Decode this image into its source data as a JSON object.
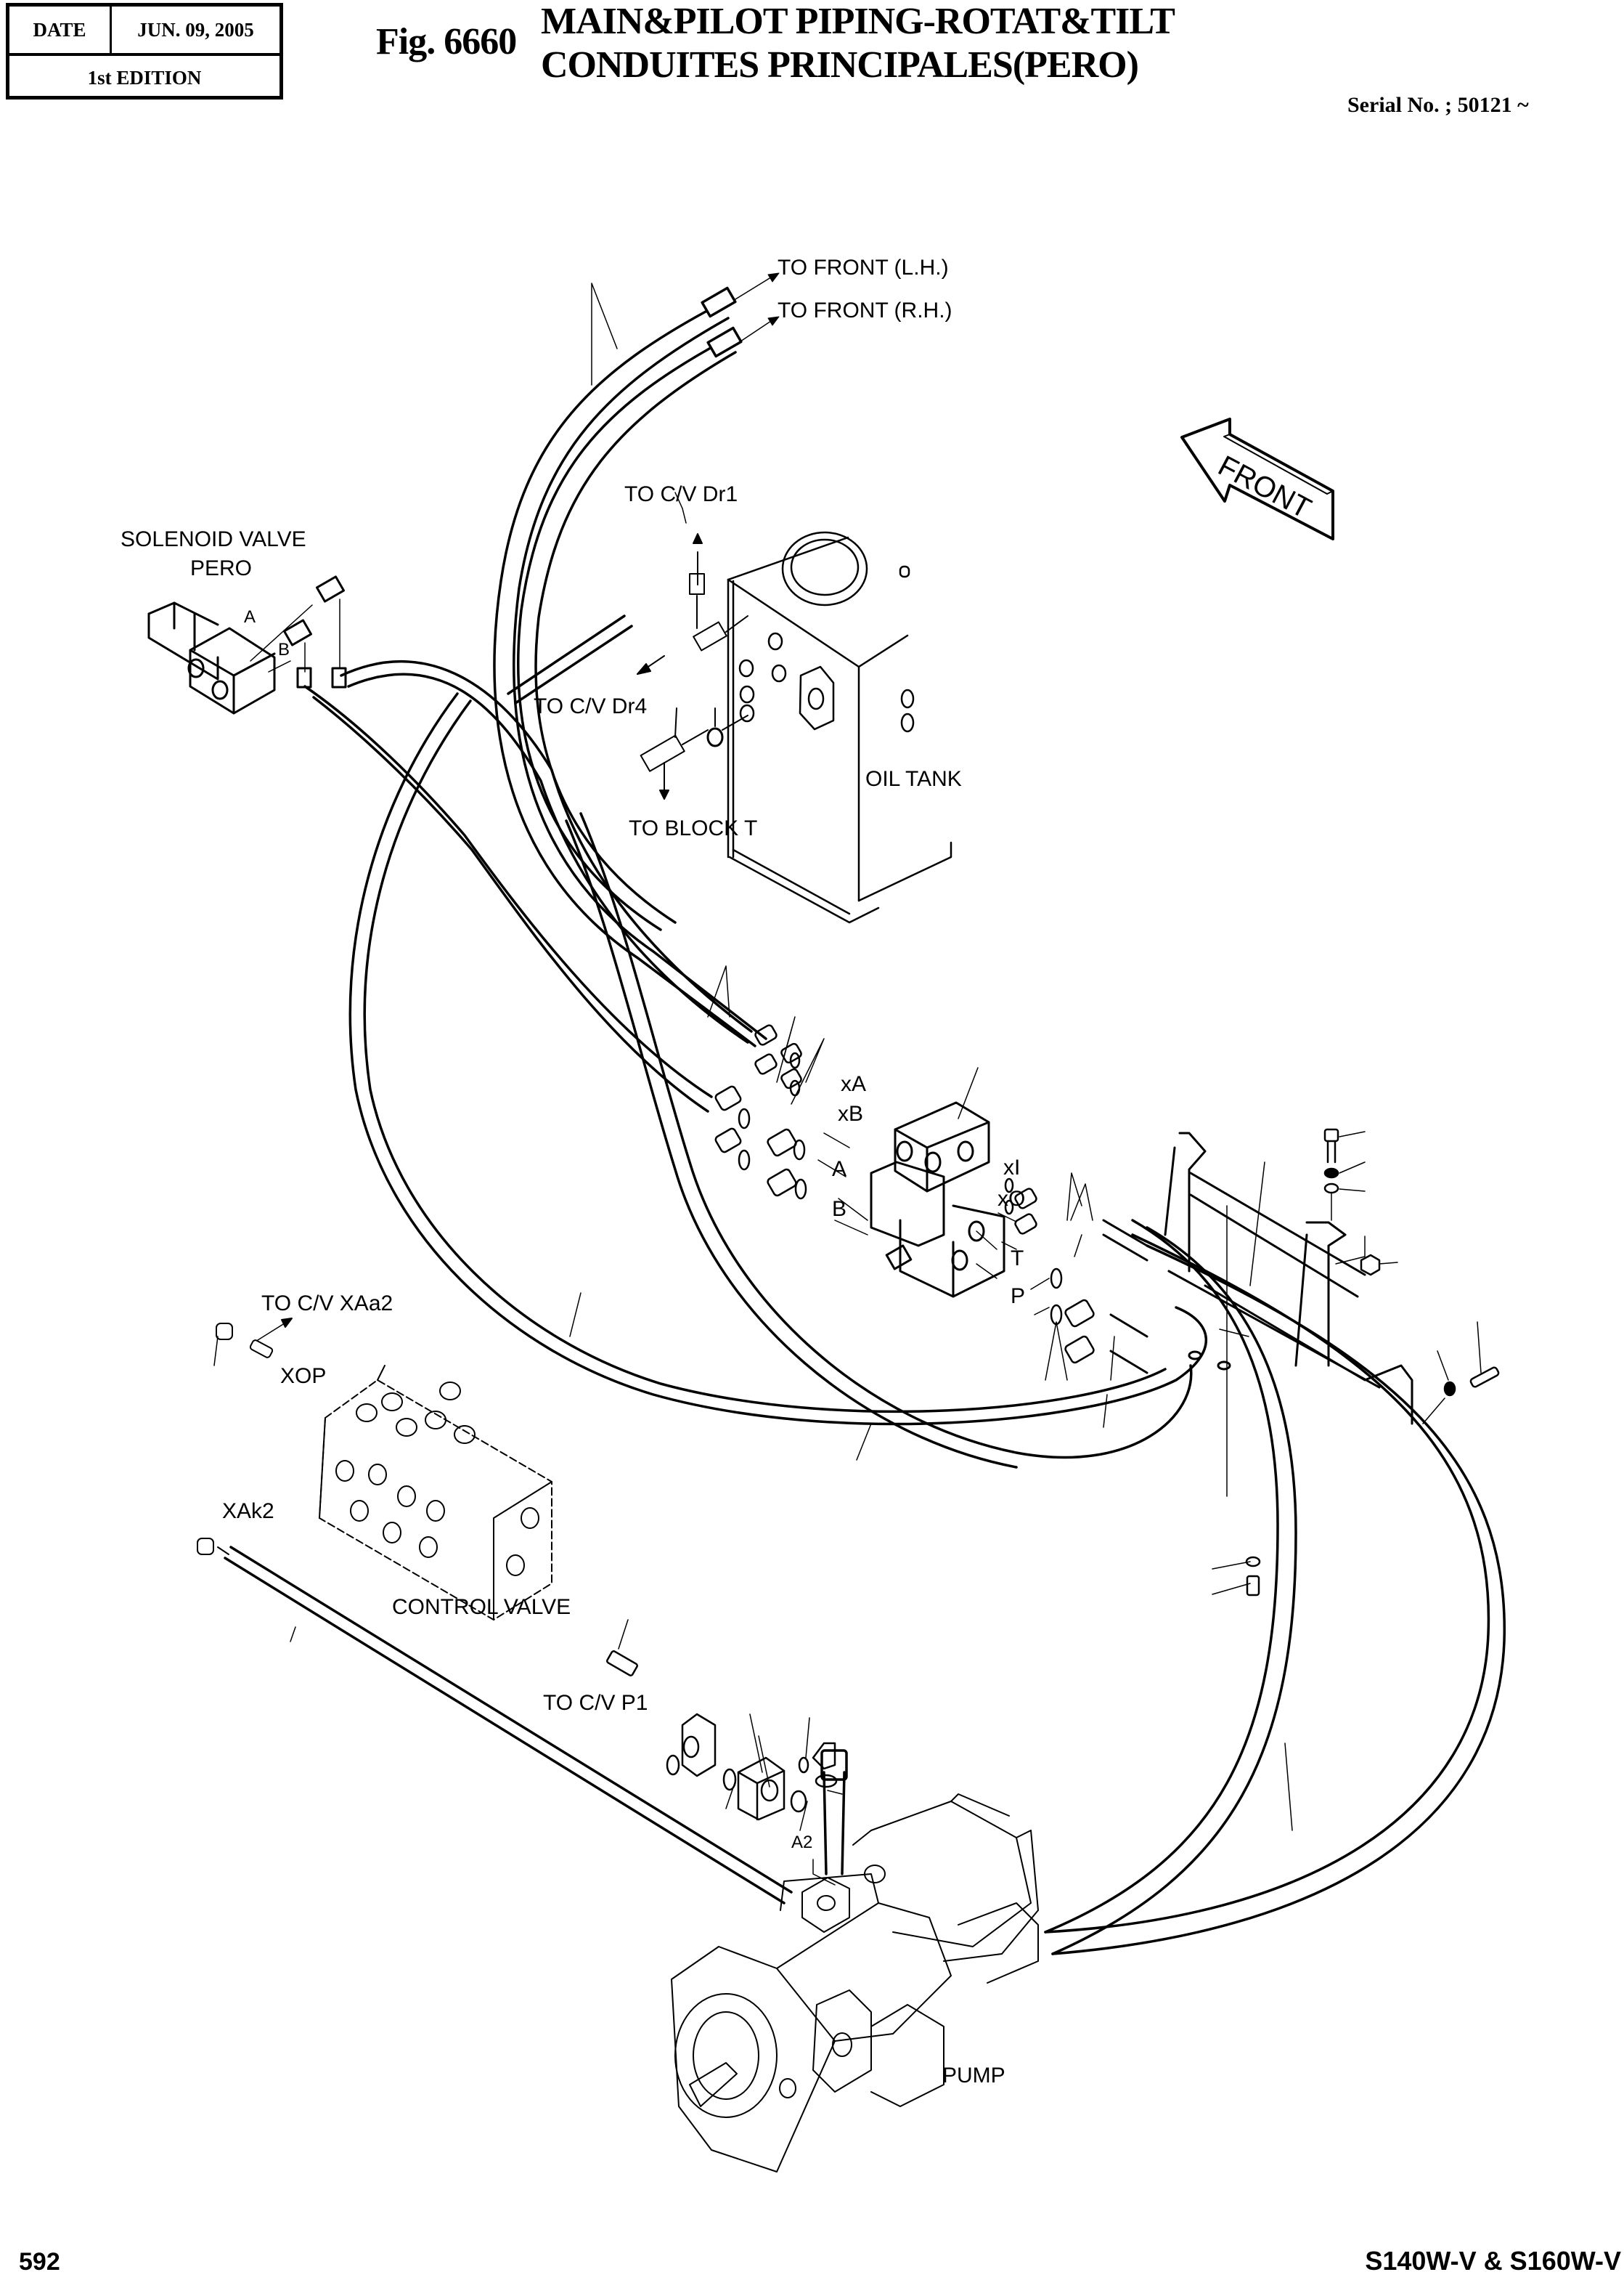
{
  "header": {
    "date_label": "DATE",
    "date_value": "JUN. 09, 2005",
    "edition": "1st EDITION",
    "figure_number": "Fig. 6660",
    "title_line_1": "MAIN&PILOT PIPING-ROTAT&TILT",
    "title_line_2": "CONDUITES PRINCIPALES(PERO)",
    "serial": "Serial No. ; 50121 ~"
  },
  "drawing": {
    "orientation_arrow": "FRONT",
    "labels": {
      "to_front_lh": "TO FRONT (L.H.)",
      "to_front_rh": "TO FRONT (R.H.)",
      "solenoid_valve_1": "SOLENOID VALVE",
      "solenoid_valve_2": "PERO",
      "port_a_solenoid": "A",
      "port_b_solenoid": "B",
      "to_cv_dr1": "TO C/V Dr1",
      "to_cv_dr4": "TO C/V Dr4",
      "to_block_t": "TO BLOCK T",
      "oil_tank": "OIL TANK",
      "port_xa": "xA",
      "port_xb": "xB",
      "port_a": "A",
      "port_b": "B",
      "port_xi": "xI",
      "port_xo": "xO",
      "port_t": "T",
      "port_p": "P",
      "to_cv_xaa2": "TO C/V XAa2",
      "port_xop": "XOP",
      "port_xak2": "XAk2",
      "control_valve": "CONTROL VALVE",
      "to_cv_p1": "TO C/V P1",
      "port_a2": "A2",
      "pump": "PUMP"
    }
  },
  "footer": {
    "page_number": "592",
    "model": "S140W-V & S160W-V"
  }
}
